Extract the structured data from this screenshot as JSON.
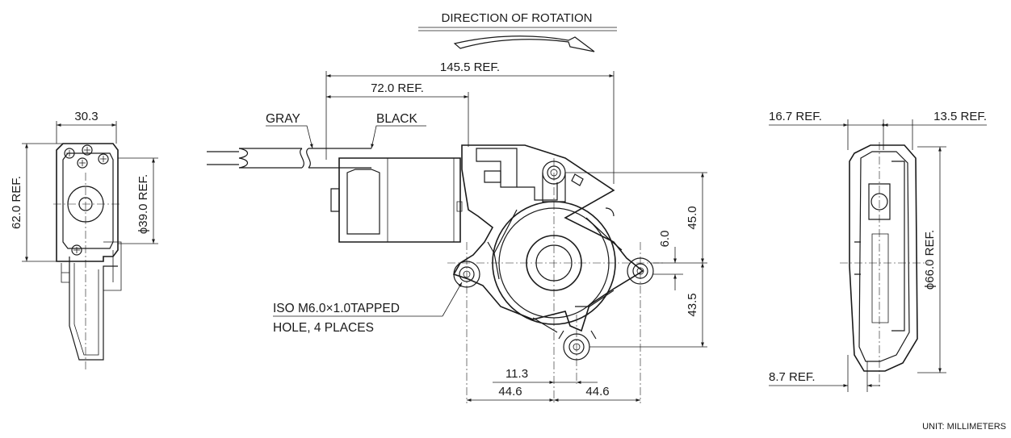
{
  "title": "DIRECTION OF ROTATION",
  "unit_note": "UNIT: MILLIMETERS",
  "left_view": {
    "width_dim": "30.3",
    "height_dim": "62.0 REF.",
    "bore_dim": "ϕ39.0 REF."
  },
  "front_view": {
    "overall_length": "145.5 REF.",
    "motor_length": "72.0 REF.",
    "wire_gray": "GRAY",
    "wire_black": "BLACK",
    "dim_upper": "45.0",
    "dim_offset": "6.0",
    "dim_lower": "43.5",
    "dim_small": "11.3",
    "dim_left": "44.6",
    "dim_right": "44.6",
    "hole_note_line1": "ISO M6.0×1.0TAPPED",
    "hole_note_line2": "HOLE, 4 PLACES"
  },
  "right_view": {
    "left_ref": "16.7 REF.",
    "right_ref": "13.5 REF.",
    "diameter": "ϕ66.0 REF.",
    "bottom_ref": "8.7 REF."
  }
}
